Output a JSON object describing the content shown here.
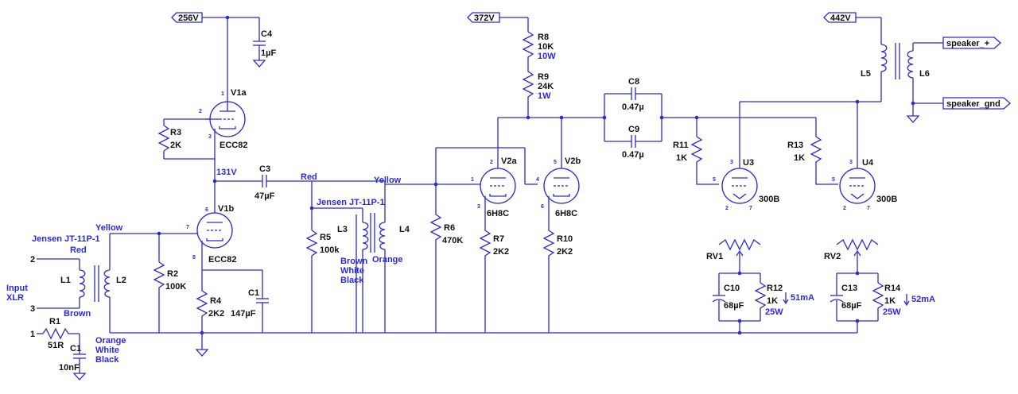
{
  "rails": {
    "v256": "256V",
    "v372": "372V",
    "v442": "442V"
  },
  "ports": {
    "spk_plus": "speaker_+",
    "spk_gnd": "speaker_gnd"
  },
  "input": {
    "line1": "Input",
    "line2": "XLR",
    "pin2": "2",
    "pin3": "3",
    "pin1": "1"
  },
  "transformers": {
    "t1": {
      "name": "Jensen JT-11P-1",
      "pri": "L1",
      "sec": "L2",
      "c_red": "Red",
      "c_brown": "Brown",
      "c_yellow": "Yellow",
      "c_orange": "Orange",
      "c_white": "White",
      "c_black": "Black"
    },
    "t2": {
      "name": "Jensen JT-11P-1",
      "pri": "L3",
      "sec": "L4",
      "c_red": "Red",
      "c_yellow": "Yellow",
      "c_brown": "Brown",
      "c_white": "White",
      "c_black": "Black",
      "c_orange": "Orange"
    },
    "t3": {
      "pri": "L5",
      "sec": "L6"
    }
  },
  "tubes": {
    "v1a": {
      "ref": "V1a",
      "type": "ECC82",
      "p1": "1",
      "p2": "2",
      "p3": "3"
    },
    "v1b": {
      "ref": "V1b",
      "type": "ECC82",
      "p6": "6",
      "p7": "7",
      "p8": "8"
    },
    "v2a": {
      "ref": "V2a",
      "type": "6H8C",
      "p1": "1",
      "p2": "2",
      "p3": "3"
    },
    "v2b": {
      "ref": "V2b",
      "type": "6H8C",
      "p4": "4",
      "p5": "5",
      "p6": "6"
    },
    "u3": {
      "ref": "U3",
      "type": "300B",
      "p3": "3",
      "p5": "5",
      "p2": "2",
      "p7": "7"
    },
    "u4": {
      "ref": "U4",
      "type": "300B",
      "p3": "3",
      "p5": "5",
      "p2": "2",
      "p7": "7"
    }
  },
  "resistors": {
    "r1": {
      "ref": "R1",
      "val": "51R"
    },
    "r2": {
      "ref": "R2",
      "val": "100K"
    },
    "r3": {
      "ref": "R3",
      "val": "2K"
    },
    "r4": {
      "ref": "R4",
      "val": "2K2"
    },
    "r5": {
      "ref": "R5",
      "val": "100k"
    },
    "r6": {
      "ref": "R6",
      "val": "470K"
    },
    "r7": {
      "ref": "R7",
      "val": "2K2"
    },
    "r8": {
      "ref": "R8",
      "val": "10K",
      "power": "10W"
    },
    "r9": {
      "ref": "R9",
      "val": "24K",
      "power": "1W"
    },
    "r10": {
      "ref": "R10",
      "val": "2K2"
    },
    "r11": {
      "ref": "R11",
      "val": "1K"
    },
    "r12": {
      "ref": "R12",
      "val": "1K",
      "power": "25W",
      "current": "51mA"
    },
    "r13": {
      "ref": "R13",
      "val": "1K"
    },
    "r14": {
      "ref": "R14",
      "val": "1K",
      "power": "25W",
      "current": "52mA"
    },
    "rv1": {
      "ref": "RV1"
    },
    "rv2": {
      "ref": "RV2"
    }
  },
  "capacitors": {
    "c1_in": {
      "ref": "C1",
      "val": "10nF"
    },
    "c1": {
      "ref": "C1",
      "val": "147µF"
    },
    "c3": {
      "ref": "C3",
      "val": "47µF"
    },
    "c4": {
      "ref": "C4",
      "val": "1µF"
    },
    "c8": {
      "ref": "C8",
      "val": "0.47µ"
    },
    "c9": {
      "ref": "C9",
      "val": "0.47µ"
    },
    "c10": {
      "ref": "C10",
      "val": "68µF"
    },
    "c13": {
      "ref": "C13",
      "val": "68µF"
    }
  },
  "nodes": {
    "n131": "131V"
  }
}
